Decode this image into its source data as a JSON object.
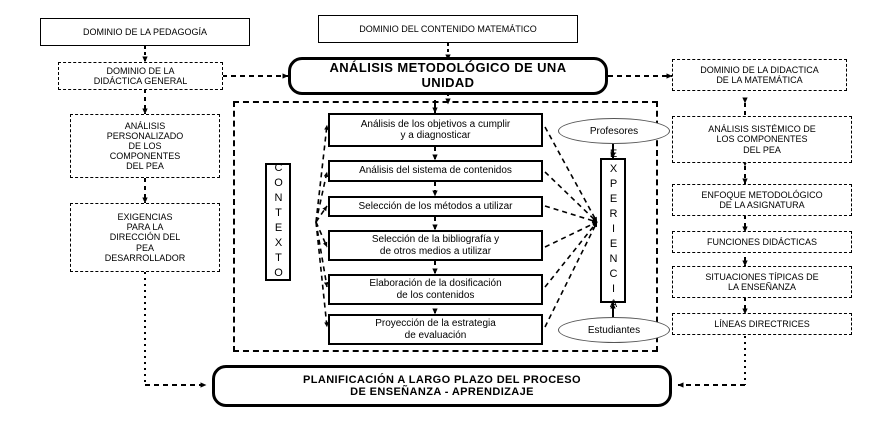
{
  "diagram": {
    "title": "ANÁLISIS METODOLÓGICO DE UNA UNIDAD",
    "center_title": {
      "label": "ANÁLISIS METODOLÓGICO DE UNA\nUNIDAD"
    },
    "bottom": {
      "label": "PLANIFICACIÓN A LARGO PLAZO DEL PROCESO\nDE ENSEÑANZA - APRENDIZAJE"
    },
    "top_boxes": [
      {
        "id": "dominio-pedagogia",
        "label": "DOMINIO DE LA PEDAGOGÍA",
        "style": "solid"
      },
      {
        "id": "dominio-contenido-matematico",
        "label": "DOMINIO DEL CONTENIDO MATEMÁTICO",
        "style": "solid"
      }
    ],
    "left_column": [
      {
        "id": "dominio-didactica-general",
        "label": "DOMINIO DE LA\nDIDÁCTICA GENERAL",
        "style": "dashed"
      },
      {
        "id": "analisis-personalizado",
        "label": "ANÁLISIS\nPERSONALIZADO\nDE LOS\nCOMPONENTES\nDEL PEA",
        "style": "dashed"
      },
      {
        "id": "exigencias-direccion-pea",
        "label": "EXIGENCIAS\nPARA LA\nDIRECCIÓN DEL\nPEA\nDESARROLLADOR",
        "style": "dashed"
      }
    ],
    "right_column": [
      {
        "id": "dominio-didactica-matematica",
        "label": "DOMINIO DE LA DIDACTICA\nDE LA MATEMÁTICA",
        "style": "dashed"
      },
      {
        "id": "analisis-sistemico-componentes",
        "label": "ANÁLISIS SISTÉMICO DE\nLOS COMPONENTES\nDEL PEA",
        "style": "dashed"
      },
      {
        "id": "enfoque-metodologico",
        "label": "ENFOQUE METODOLÓGICO\nDE LA ASIGNATURA",
        "style": "dashed"
      },
      {
        "id": "funciones-didacticas",
        "label": "FUNCIONES DIDÁCTICAS",
        "style": "dashed"
      },
      {
        "id": "situaciones-tipicas",
        "label": "SITUACIONES TÍPICAS DE\nLA ENSEÑANZA",
        "style": "dashed"
      },
      {
        "id": "lineas-directrices",
        "label": "LÍNEAS DIRECTRICES",
        "style": "dashed"
      }
    ],
    "center_steps": [
      {
        "id": "paso-objetivos",
        "label": "Análisis de los objetivos a cumplir\ny a diagnosticar"
      },
      {
        "id": "paso-sistema-contenidos",
        "label": "Análisis del sistema de contenidos"
      },
      {
        "id": "paso-metodos",
        "label": "Selección de los métodos a utilizar"
      },
      {
        "id": "paso-bibliografia",
        "label": "Selección de la bibliografía y\nde otros medios a utilizar"
      },
      {
        "id": "paso-dosificacion",
        "label": "Elaboración de la dosificación\nde los contenidos"
      },
      {
        "id": "paso-evaluacion",
        "label": "Proyección de la estrategia\nde evaluación"
      }
    ],
    "side_pillars": {
      "contexto": "CONTEXTO",
      "experiencia": "EXPERIENCIA"
    },
    "actors": [
      {
        "id": "profesores",
        "label": "Profesores"
      },
      {
        "id": "estudiantes",
        "label": "Estudiantes"
      }
    ],
    "colors": {
      "line": "#000000",
      "background": "#ffffff",
      "ellipse_stroke": "#555555"
    }
  }
}
